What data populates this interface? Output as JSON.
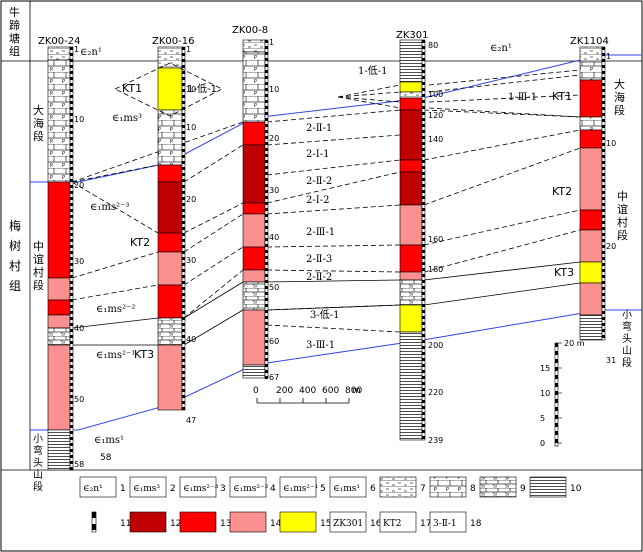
{
  "formations": {
    "niulutang": [
      "牛",
      "蹄",
      "塘",
      "组"
    ],
    "meishucun": [
      "梅",
      "树",
      "村",
      "组"
    ]
  },
  "members": {
    "dahai": [
      "大",
      "海",
      "段"
    ],
    "zhongyicun": [
      "中",
      "谊",
      "村",
      "段"
    ],
    "xiaowaitou": [
      "小",
      "弯",
      "头",
      "山",
      "段"
    ]
  },
  "unit_labels": {
    "c2n1_top": "∈₂n¹",
    "c2n1_right": "∈₂n¹",
    "c1ms3": "∈₁ms³",
    "c1ms23": "∈₁ms²⁻³",
    "c1ms22": "∈₁ms²⁻²",
    "c1ms21": "∈₁ms²⁻¹",
    "c1ms1": "∈₁ms¹"
  },
  "boreholes": [
    {
      "name": "ZK00-24",
      "bottom": "58",
      "depths": [
        "1",
        "10",
        "20",
        "30",
        "40",
        "50"
      ]
    },
    {
      "name": "ZK00-16",
      "bottom": "47",
      "depths": [
        "1",
        "10",
        "10",
        "20",
        "30",
        "40"
      ]
    },
    {
      "name": "ZK00-8",
      "bottom": "67",
      "depths": [
        "1",
        "10",
        "20",
        "30",
        "40",
        "50",
        "60"
      ]
    },
    {
      "name": "ZK301",
      "bottom": "239",
      "depths": [
        "80",
        "100",
        "120",
        "140",
        "160",
        "180",
        "200",
        "220"
      ]
    },
    {
      "name": "ZK1104",
      "bottom": "31",
      "depths": [
        "1",
        "10",
        "20"
      ]
    }
  ],
  "orebodies": {
    "kt1_left": "KT1",
    "kt1_right": "KT1",
    "kt2_left": "KT2",
    "kt2_right": "KT2",
    "kt3_left": "KT3",
    "kt3_right": "KT3"
  },
  "layer_labels": [
    "1-低-1",
    "1-Ⅲ-1",
    "2-Ⅱ-1",
    "2-Ⅰ-1",
    "2-Ⅱ-2",
    "2-Ⅰ-2",
    "2-Ⅲ-1",
    "2-Ⅱ-3",
    "2-Ⅱ-2",
    "3-低-1",
    "3-Ⅲ-1"
  ],
  "kt1_label_left": "1-低-1",
  "scale_bar": {
    "ticks": [
      "0",
      "200",
      "400",
      "600",
      "800"
    ],
    "unit": "m"
  },
  "vertical_scale": {
    "ticks": [
      "20 m",
      "15",
      "10",
      "5",
      "0"
    ]
  },
  "legend": [
    {
      "num": "1",
      "label": "∈₂n¹"
    },
    {
      "num": "2",
      "label": "∈₁ms³"
    },
    {
      "num": "3",
      "label": "∈₁ms²⁻³"
    },
    {
      "num": "4",
      "label": "∈₁ms²⁻²"
    },
    {
      "num": "5",
      "label": "∈₁ms²⁻¹"
    },
    {
      "num": "6",
      "label": "∈₁ms¹"
    },
    {
      "num": "7",
      "label": ""
    },
    {
      "num": "8",
      "label": ""
    },
    {
      "num": "9",
      "label": ""
    },
    {
      "num": "10",
      "label": ""
    },
    {
      "num": "11",
      "label": ""
    },
    {
      "num": "12",
      "label": ""
    },
    {
      "num": "13",
      "label": ""
    },
    {
      "num": "14",
      "label": ""
    },
    {
      "num": "15",
      "label": ""
    },
    {
      "num": "16",
      "label": "ZK301"
    },
    {
      "num": "17",
      "label": "KT2"
    },
    {
      "num": "18",
      "label": "3-Ⅱ-1"
    }
  ],
  "colors": {
    "dark_red": "#c00000",
    "red": "#ff0000",
    "pink": "#fa9090",
    "yellow": "#ffff00",
    "blue_line": "#2f45e8"
  }
}
